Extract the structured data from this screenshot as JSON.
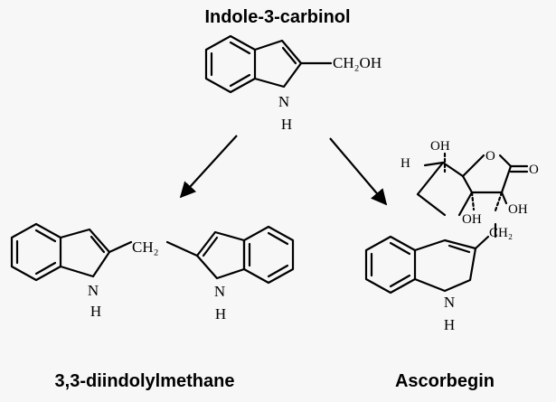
{
  "titles": {
    "top": "Indole-3-carbinol",
    "left": "3,3-diindolylmethane",
    "right": "Ascorbegin"
  },
  "atoms": {
    "i3c_substituent": "CH₂OH",
    "i3c_n": "N",
    "i3c_h": "H",
    "dim_ch2": "CH₂",
    "dim_n1": "N",
    "dim_h1": "H",
    "dim_n2": "N",
    "dim_h2": "H",
    "asc_oh1": "OH",
    "asc_h": "H",
    "asc_o_ring": "O",
    "asc_o_carbonyl": "O",
    "asc_oh2": "OH",
    "asc_oh3": "OH",
    "asc_ch2": "CH₂",
    "asc_n": "N",
    "asc_h2": "H"
  }
}
